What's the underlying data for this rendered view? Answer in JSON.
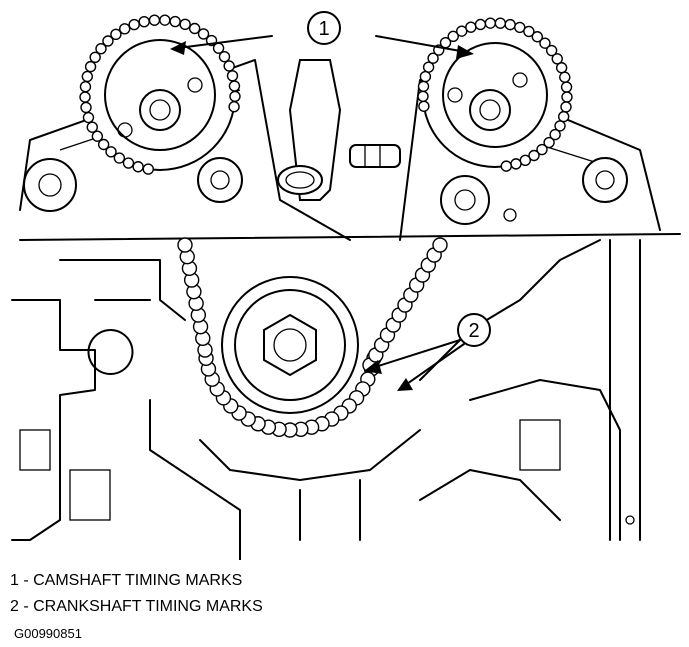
{
  "callouts": [
    {
      "number": "1"
    },
    {
      "number": "2"
    }
  ],
  "legend": [
    {
      "text": "1 - CAMSHAFT TIMING MARKS"
    },
    {
      "text": "2 - CRANKSHAFT TIMING MARKS"
    }
  ],
  "figure_id": "G00990851"
}
